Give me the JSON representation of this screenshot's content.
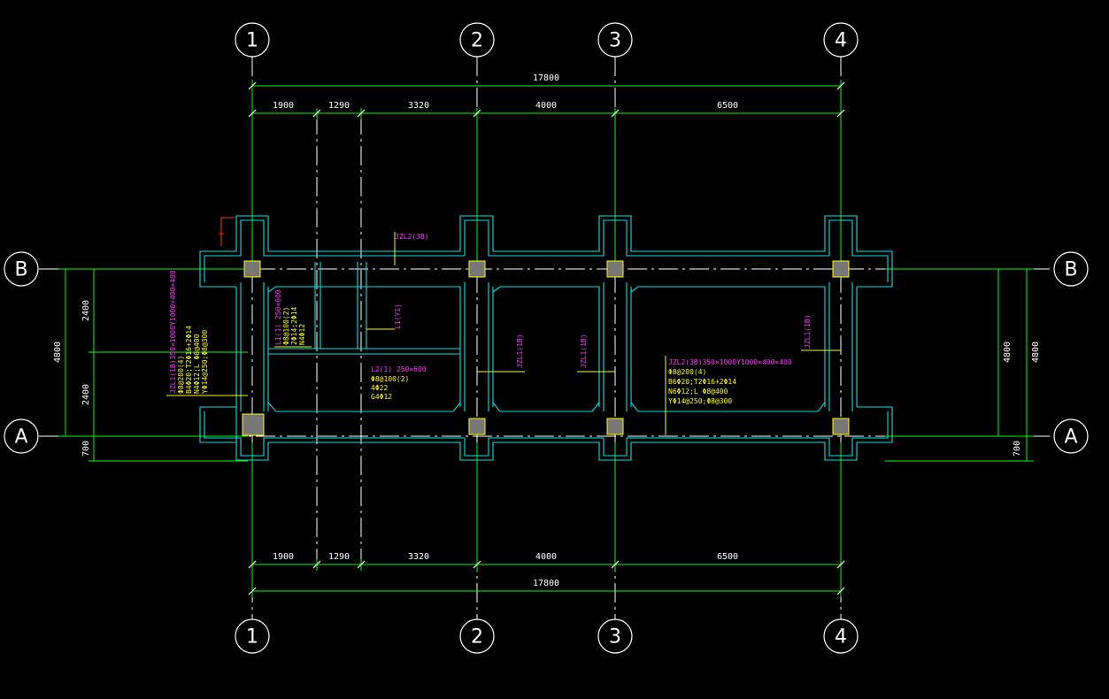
{
  "axes": {
    "top_1": "1",
    "top_2": "2",
    "top_3": "3",
    "top_4": "4",
    "bottom_1": "1",
    "bottom_2": "2",
    "bottom_3": "3",
    "bottom_4": "4",
    "left_b": "B",
    "left_a": "A",
    "right_b": "B",
    "right_a": "A"
  },
  "dimensions": {
    "total": "17800",
    "segments": [
      "1900",
      "1290",
      "3320",
      "4000",
      "6500"
    ],
    "left": {
      "total": "4800",
      "upper": "2400",
      "lower": "2400",
      "edge": "700"
    },
    "right": {
      "inner": "4800",
      "outer": "4800",
      "edge": "700"
    }
  },
  "labels": {
    "jzl2_top": "JZL2(3B)",
    "lyl_mid": "L1(Y1)",
    "jzl1b_a": "JZL1(1B)",
    "jzl1b_b": "JZL1(1B)",
    "jzl1b_c": "JZL1(1B)",
    "left_beam_title": "JZL1(1B)350×1000Y1000×400×400",
    "left_beam_lines": [
      "Φ8@200(4)",
      "B4Φ20;T2Φ16+2Φ14",
      "N4Φ12;L Φ8@400",
      "YΦ14@250;Φ8@300"
    ],
    "small_beam_title": "L1(1) 250×600",
    "small_beam_lines": [
      "Φ8@100(2)",
      "2Φ14;2Φ14",
      "N4Φ12"
    ],
    "l2_title": "L2(1) 250×600",
    "l2_lines": [
      "Φ8@100(2)",
      "4Φ22",
      "G4Φ12"
    ],
    "right_beam_title": "JZL2(3B)350×1000Y1000×400×400",
    "right_beam_lines": [
      "Φ8@200(4)",
      "B6Φ20;T2Φ16+2Φ14",
      "N6Φ12;L Φ8@400",
      "YΦ14@250;Φ8@300"
    ]
  },
  "colors": {
    "beam": "#00e5e5",
    "dimension": "#00ff00",
    "axis": "#ffffff",
    "tag": "#ff33ff",
    "note": "#ffff00",
    "column": "#ffff00"
  }
}
